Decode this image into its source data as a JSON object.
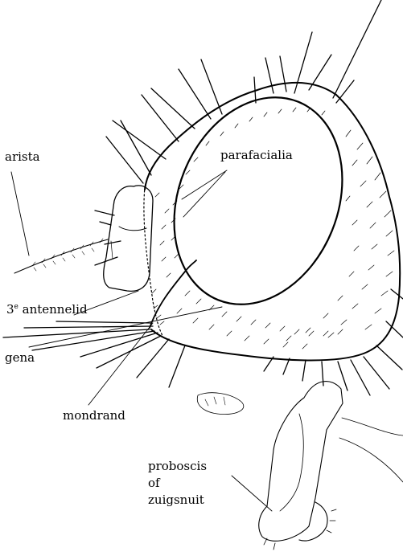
{
  "labels": {
    "arista": "arista",
    "parafacialia": "parafacialia",
    "antenna_prefix": "3",
    "antenna_sup": "e",
    "antenna_rest": " antennelid",
    "gena": "gena",
    "mondrand": "mondrand",
    "proboscis_line1": "proboscis",
    "proboscis_line2": "of",
    "proboscis_line3": "zuigsnuit"
  },
  "colors": {
    "ink": "#000000",
    "background": "#ffffff"
  },
  "icons": [
    "fly-head-illustration"
  ]
}
